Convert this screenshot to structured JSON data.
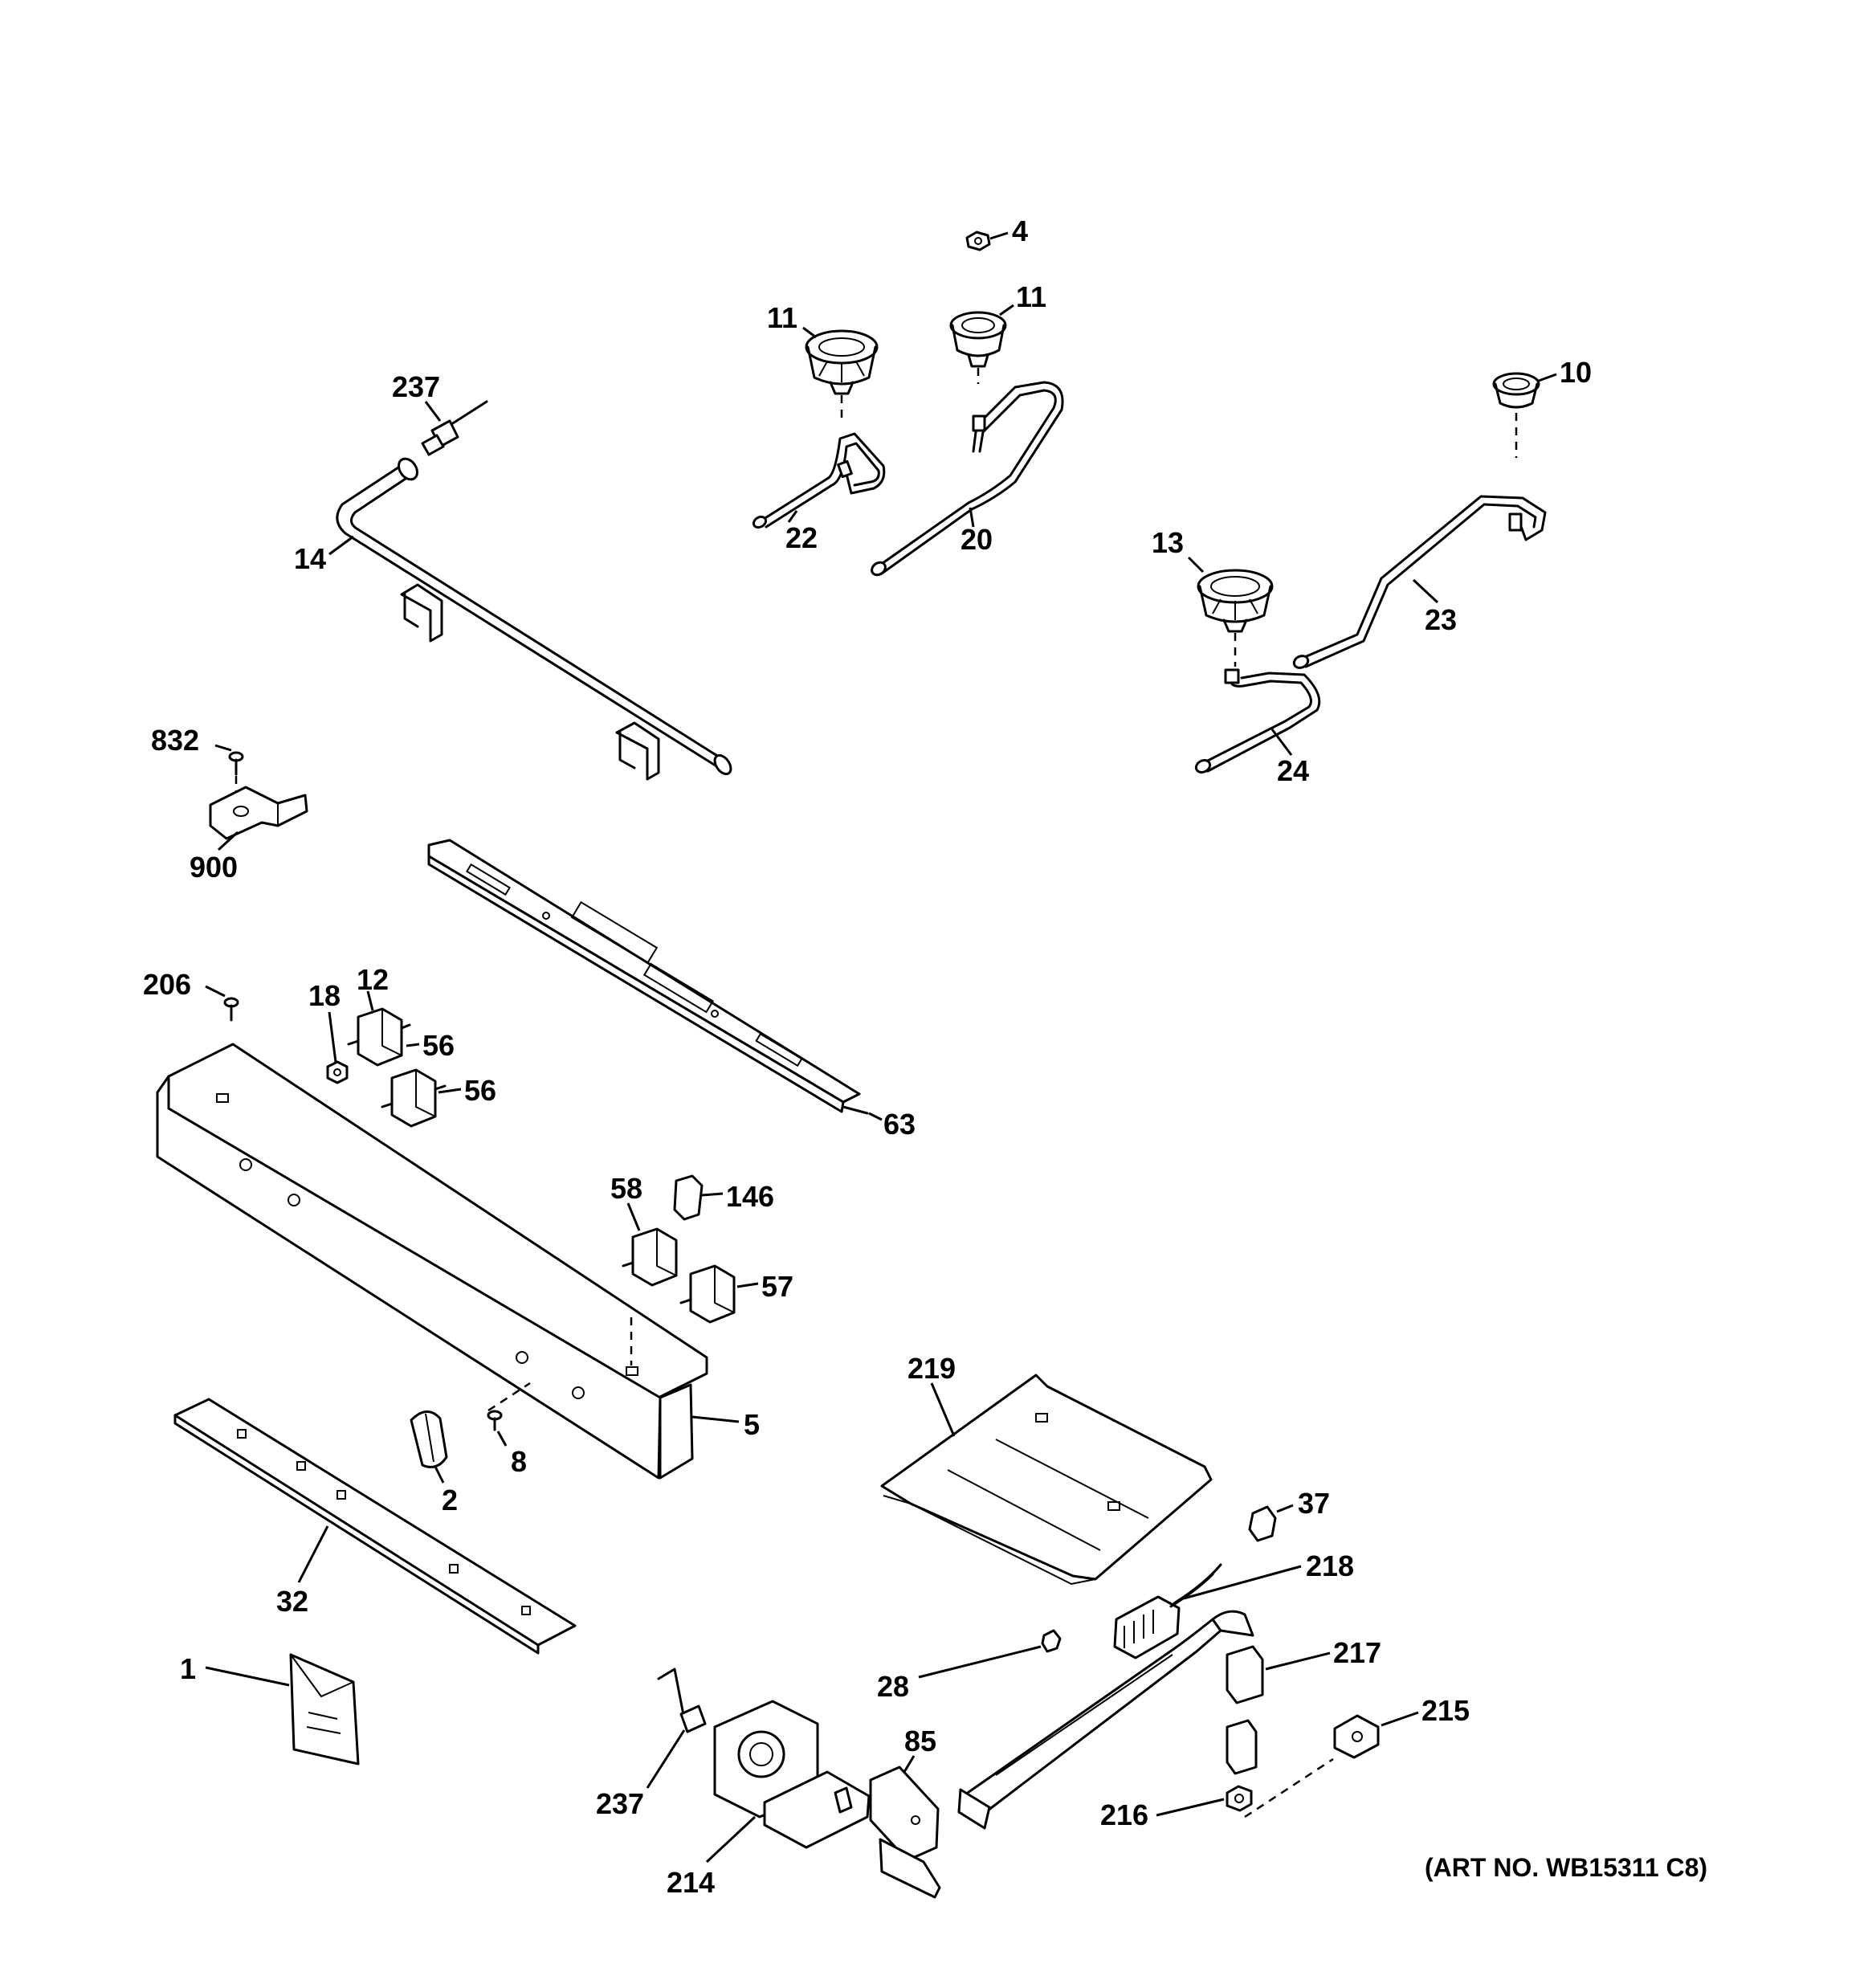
{
  "caption": "(ART NO. WB15311 C8)",
  "callouts": [
    {
      "id": "c4",
      "text": "4"
    },
    {
      "id": "c11a",
      "text": "11"
    },
    {
      "id": "c11b",
      "text": "11"
    },
    {
      "id": "c10",
      "text": "10"
    },
    {
      "id": "c237a",
      "text": "237"
    },
    {
      "id": "c14",
      "text": "14"
    },
    {
      "id": "c22",
      "text": "22"
    },
    {
      "id": "c20",
      "text": "20"
    },
    {
      "id": "c13",
      "text": "13"
    },
    {
      "id": "c23",
      "text": "23"
    },
    {
      "id": "c24",
      "text": "24"
    },
    {
      "id": "c832",
      "text": "832"
    },
    {
      "id": "c900",
      "text": "900"
    },
    {
      "id": "c206",
      "text": "206"
    },
    {
      "id": "c18",
      "text": "18"
    },
    {
      "id": "c12",
      "text": "12"
    },
    {
      "id": "c56a",
      "text": "56"
    },
    {
      "id": "c56b",
      "text": "56"
    },
    {
      "id": "c63",
      "text": "63"
    },
    {
      "id": "c58",
      "text": "58"
    },
    {
      "id": "c146",
      "text": "146"
    },
    {
      "id": "c57",
      "text": "57"
    },
    {
      "id": "c5",
      "text": "5"
    },
    {
      "id": "c8",
      "text": "8"
    },
    {
      "id": "c2",
      "text": "2"
    },
    {
      "id": "c219",
      "text": "219"
    },
    {
      "id": "c37",
      "text": "37"
    },
    {
      "id": "c218",
      "text": "218"
    },
    {
      "id": "c32",
      "text": "32"
    },
    {
      "id": "c1",
      "text": "1"
    },
    {
      "id": "c28",
      "text": "28"
    },
    {
      "id": "c217",
      "text": "217"
    },
    {
      "id": "c215",
      "text": "215"
    },
    {
      "id": "c85",
      "text": "85"
    },
    {
      "id": "c237b",
      "text": "237"
    },
    {
      "id": "c216",
      "text": "216"
    },
    {
      "id": "c214",
      "text": "214"
    }
  ]
}
